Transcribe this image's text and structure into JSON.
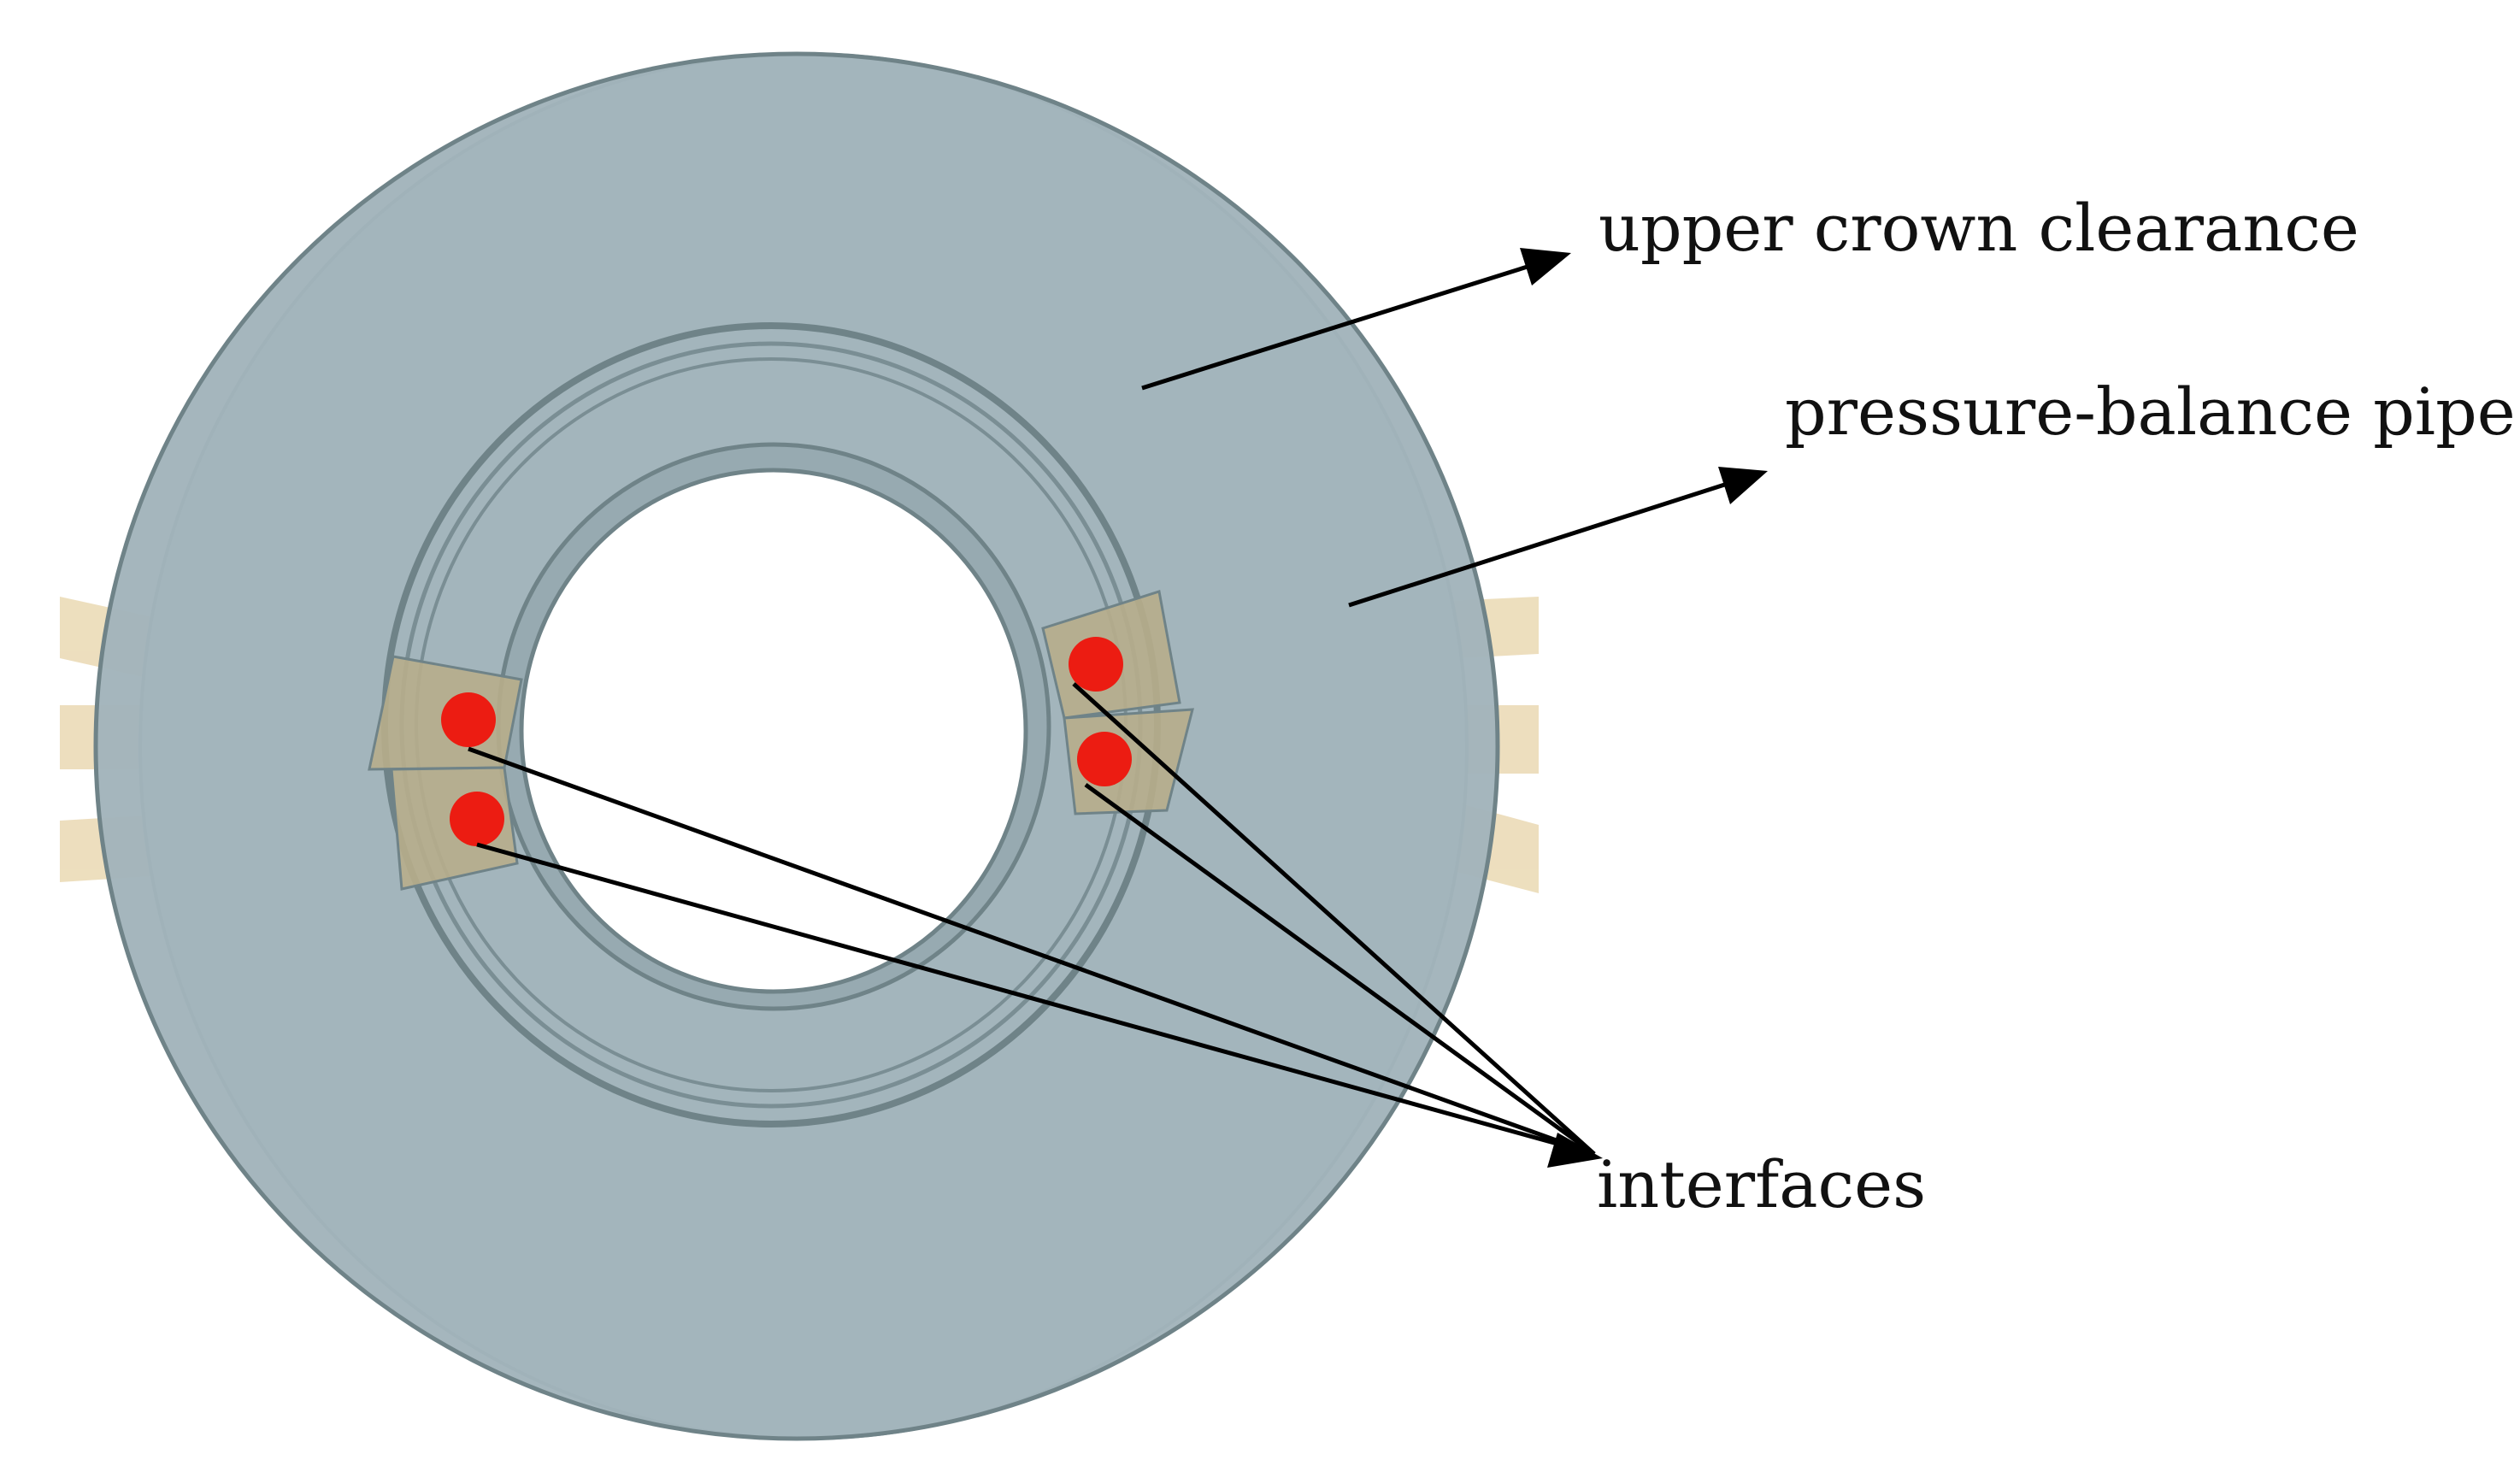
{
  "labels": {
    "upper_crown_clearance": "upper crown clearance",
    "pressure_balance_pipe": "pressure-balance pipe",
    "interfaces": "interfaces"
  },
  "colors": {
    "crown_fill": "#a1b3ba",
    "crown_edge": "#6f8388",
    "rim_highlight": "#c9dde3",
    "seal_ring": "#97aab1",
    "pipe_fill": "#ead9b3",
    "pipe_block": "#b7ad8b",
    "interface_marker": "#ec1c12",
    "leader_line": "#000000"
  },
  "callouts": [
    {
      "label_key": "upper_crown_clearance",
      "target": "crown-annulus"
    },
    {
      "label_key": "pressure_balance_pipe",
      "target": "right-pipe"
    },
    {
      "label_key": "interfaces",
      "target": "interface-markers",
      "count": 4
    }
  ]
}
